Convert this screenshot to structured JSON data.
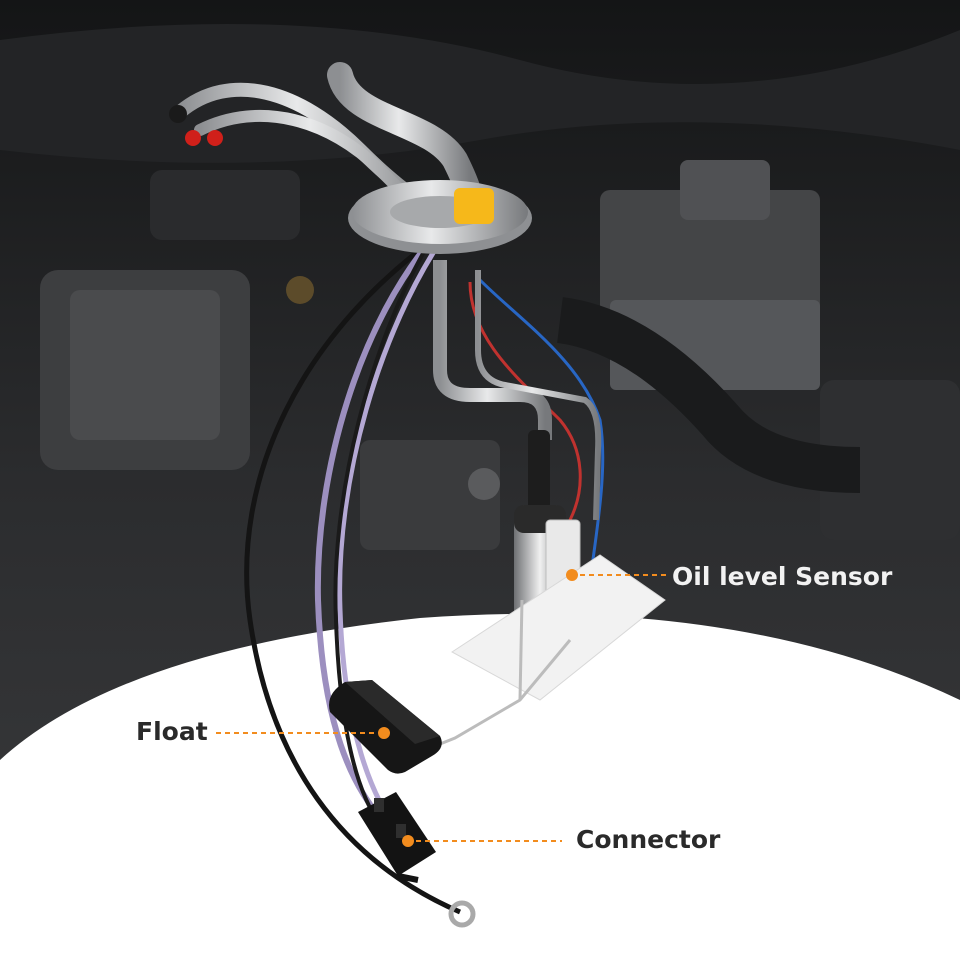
{
  "callouts": {
    "oil_level_sensor": "Oil level Sensor",
    "float": "Float",
    "connector": "Connector"
  },
  "colors": {
    "accent": "#f28c1e",
    "label_light": "#f2f2f2",
    "label_dark": "#2a2a2a",
    "background_dark": "#1c1d1f",
    "foreground_white": "#ffffff"
  },
  "icons": {
    "callout_marker": "orange-dot-icon"
  }
}
